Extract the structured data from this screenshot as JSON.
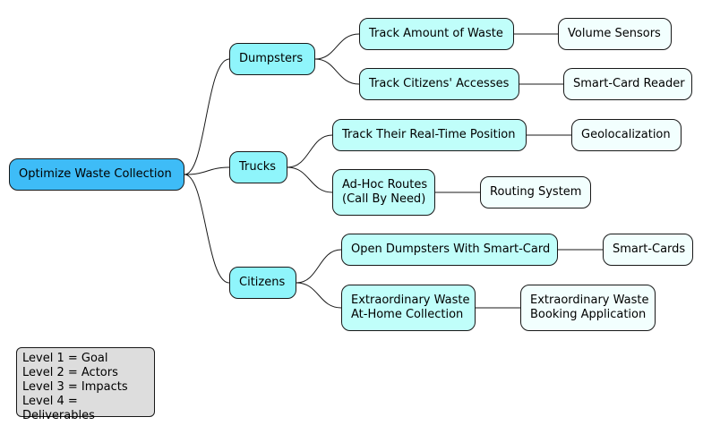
{
  "colors": {
    "goal": "#3ebcf7",
    "actor": "#8ff5fb",
    "impact": "#c0fefa",
    "deliverable": "#f2fffe",
    "legend_bg": "#dddddd",
    "line": "#181818"
  },
  "mindmap": {
    "goal": "Optimize Waste Collection",
    "actors": {
      "dumpsters": "Dumpsters",
      "trucks": "Trucks",
      "citizens": "Citizens"
    },
    "impacts": {
      "track_waste": "Track Amount of Waste",
      "track_access": "Track Citizens' Accesses",
      "track_position": "Track Their Real-Time Position",
      "adhoc_l1": "Ad-Hoc Routes",
      "adhoc_l2": "(Call By Need)",
      "open_dumpsters": "Open Dumpsters With Smart-Card",
      "extra_l1": "Extraordinary Waste",
      "extra_l2": "At-Home Collection"
    },
    "deliverables": {
      "volume_sensors": "Volume Sensors",
      "smartcard_reader": "Smart-Card Reader",
      "geolocalization": "Geolocalization",
      "routing_system": "Routing System",
      "smart_cards": "Smart-Cards",
      "booking_l1": "Extraordinary Waste",
      "booking_l2": "Booking Application"
    }
  },
  "legend": [
    "Level 1 = Goal",
    "Level 2 = Actors",
    "Level 3 = Impacts",
    "Level 4 = Deliverables"
  ]
}
